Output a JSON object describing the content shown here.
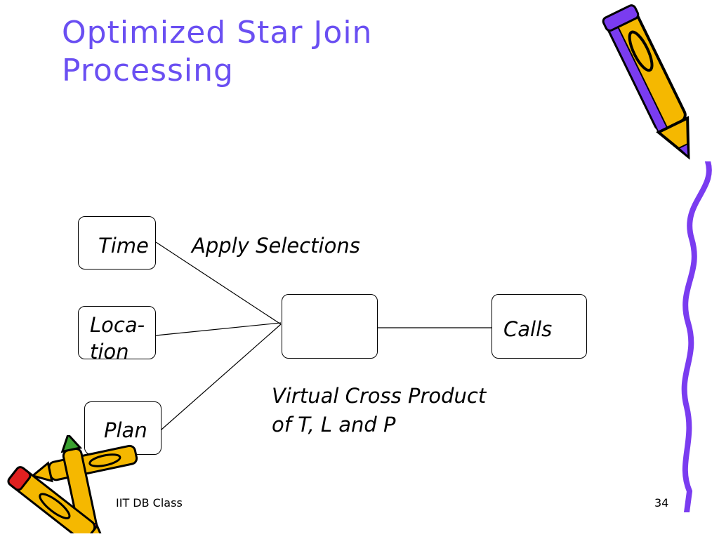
{
  "slide": {
    "title_line1": "Optimized Star Join",
    "title_line2": "Processing",
    "footer_left": "IIT DB Class",
    "page_number": "34"
  },
  "diagram": {
    "dimensions": [
      {
        "label": "Time"
      },
      {
        "label_line1": "Loca-",
        "label_line2": "tion"
      },
      {
        "label": "Plan"
      }
    ],
    "fact": {
      "label": "Calls"
    },
    "annotations": {
      "apply_selections": "Apply Selections",
      "virtual_line1": "Virtual Cross Product",
      "virtual_line2": "of T, L and P"
    }
  },
  "colors": {
    "title": "#6a4ff2",
    "pencil_yellow": "#f5b800",
    "pencil_purple": "#7a3cf0",
    "pencil_red": "#e02020",
    "pencil_green": "#3aa030"
  },
  "decorations": [
    "pencil-icon",
    "squiggle-line",
    "crayons-icon"
  ]
}
